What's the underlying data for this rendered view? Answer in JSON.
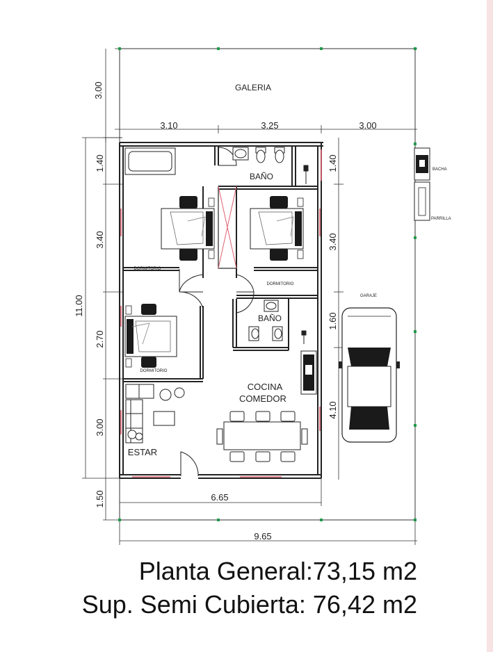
{
  "dimensions": {
    "top_total": "3.00",
    "col1": "3.10",
    "col2": "3.25",
    "col3": "3.00",
    "left_total": "11.00",
    "left_1": "1.40",
    "left_2": "3.40",
    "left_3": "2.70",
    "left_4": "3.00",
    "left_5": "1.50",
    "right_1": "1.40",
    "right_2": "3.40",
    "right_3": "1.60",
    "right_4": "4.10",
    "bottom_inner": "6.65",
    "bottom_total": "9.65"
  },
  "rooms": {
    "galeria": "GALERIA",
    "bano_top": "BAÑO",
    "bano_mid": "BAÑO",
    "dormitorio_1": "DORMITORIO",
    "dormitorio_2": "DORMITORIO",
    "dormitorio_3": "DORMITORIO",
    "garaje": "GARAJE",
    "cocina": "COCINA",
    "comedor": "COMEDOR",
    "estar": "ESTAR",
    "bacha": "BACHA",
    "parrilla": "PARRILLA"
  },
  "captions": {
    "planta_general": "Planta General:73,15 m2",
    "semi_cubierta": "Sup. Semi Cubierta: 76,42 m2"
  },
  "colors": {
    "wall": "#222222",
    "window": "#e06070",
    "column": "#1f9a4a"
  }
}
